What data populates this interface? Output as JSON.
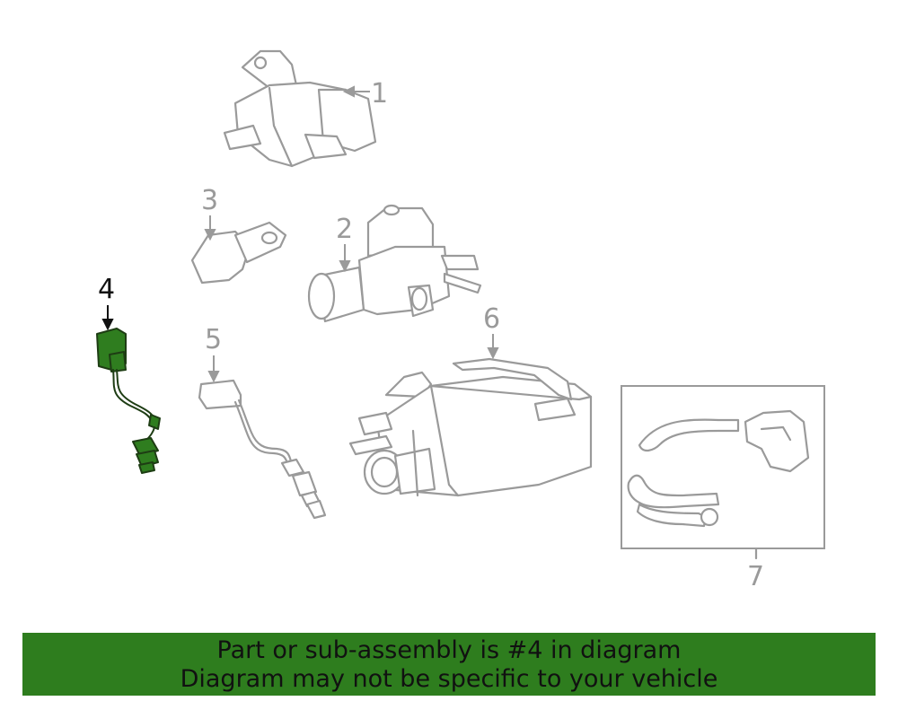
{
  "callouts": {
    "c1": "1",
    "c2": "2",
    "c3": "3",
    "c4": "4",
    "c5": "5",
    "c6": "6",
    "c7": "7"
  },
  "highlighted_part": "4",
  "colors": {
    "highlight": "#2f7d1f",
    "banner_bg": "#2e7d1e",
    "line_gray": "#9a9a9a"
  },
  "banner": {
    "line1": "Part or sub-assembly is #4 in diagram",
    "line2": "Diagram may not be specific to your vehicle"
  }
}
